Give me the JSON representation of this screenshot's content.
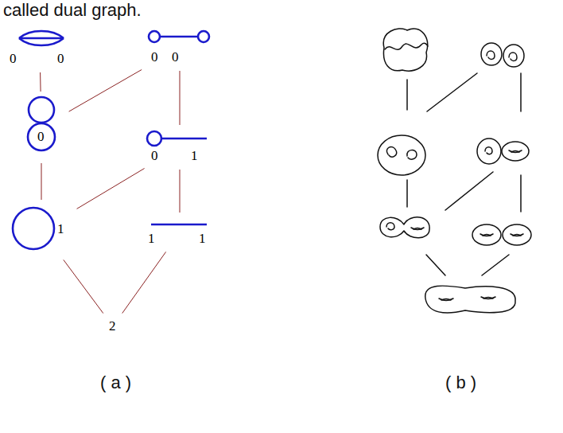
{
  "diagram": {
    "nodes": [
      {
        "text": [
          "0",
          "0"
        ]
      },
      {
        "text": [
          "0",
          "0"
        ]
      },
      {
        "text": [
          "0"
        ]
      },
      {
        "text": [
          "0",
          "1"
        ]
      },
      {
        "text": [
          "1"
        ]
      },
      {
        "text": [
          "1",
          "1"
        ]
      },
      {
        "text": [
          "2"
        ]
      }
    ],
    "edges": [
      {
        "from": 0,
        "to": 2,
        "arrow": "none"
      },
      {
        "from": 1,
        "to": 2,
        "arrow": "none"
      },
      {
        "from": 1,
        "to": 3,
        "arrow": "none"
      },
      {
        "from": 2,
        "to": 4,
        "arrow": "none"
      },
      {
        "from": 3,
        "to": 4,
        "arrow": "none"
      },
      {
        "from": 3,
        "to": 5,
        "arrow": "none"
      },
      {
        "from": 4,
        "to": 6,
        "arrow": "none"
      },
      {
        "from": 5,
        "to": 6,
        "arrow": "none"
      }
    ],
    "labels": [
      "called dual graph.",
      "( a )",
      "( b )"
    ]
  }
}
